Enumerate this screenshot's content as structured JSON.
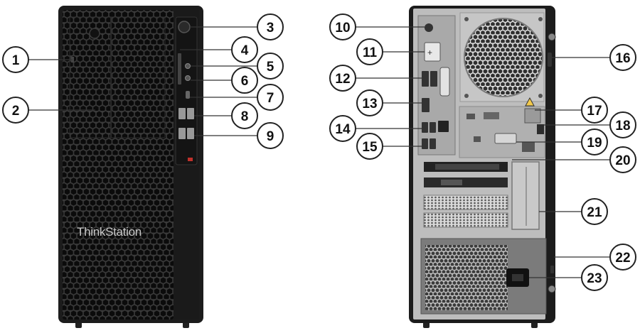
{
  "front_view": {
    "brand_label": "ThinkStation"
  },
  "callouts": [
    {
      "number": "1"
    },
    {
      "number": "2"
    },
    {
      "number": "3"
    },
    {
      "number": "4"
    },
    {
      "number": "5"
    },
    {
      "number": "6"
    },
    {
      "number": "7"
    },
    {
      "number": "8"
    },
    {
      "number": "9"
    },
    {
      "number": "10"
    },
    {
      "number": "11"
    },
    {
      "number": "12"
    },
    {
      "number": "13"
    },
    {
      "number": "14"
    },
    {
      "number": "15"
    },
    {
      "number": "16"
    },
    {
      "number": "17"
    },
    {
      "number": "18"
    },
    {
      "number": "19"
    },
    {
      "number": "20"
    },
    {
      "number": "21"
    },
    {
      "number": "22"
    },
    {
      "number": "23"
    }
  ],
  "colors": {
    "chassis": "#1c1c1c",
    "mesh": "#0e0e0e",
    "rear_panel": "#bdbdbd",
    "accent_red": "#c0312b",
    "warning_yellow": "#f2c94c"
  }
}
